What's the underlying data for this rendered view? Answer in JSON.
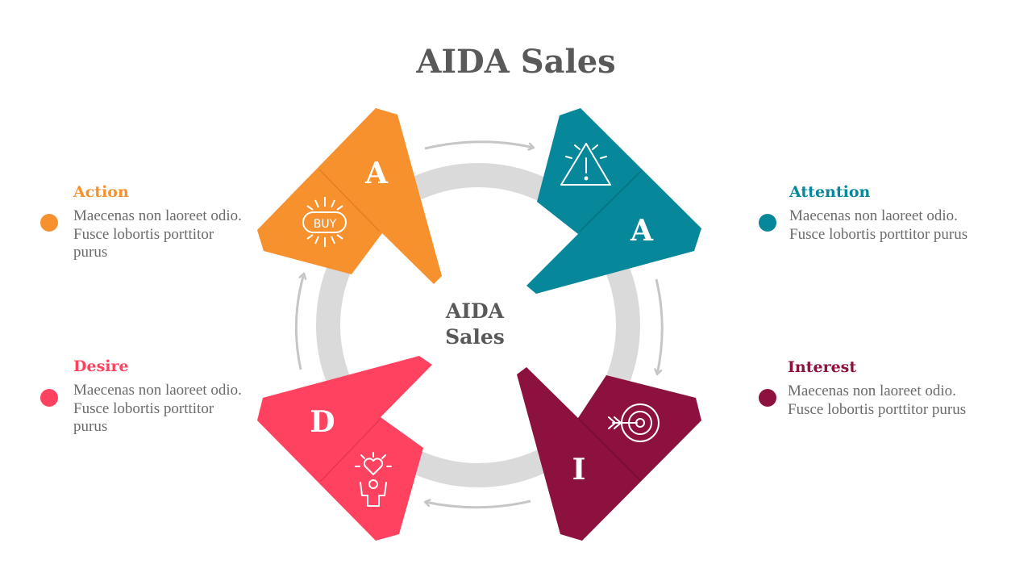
{
  "title": "AIDA Sales",
  "center_label": [
    "AIDA",
    "Sales"
  ],
  "colors": {
    "action": "#F7912E",
    "attention": "#06879A",
    "interest": "#8C113F",
    "desire": "#FF4260",
    "ring": "#DADADA",
    "arrows": "#C6C6C6",
    "body_text": "#6b6b6b",
    "title_text": "#595959"
  },
  "segments": {
    "action": {
      "letter": "A",
      "icon": "buy-badge-icon",
      "icon_text": "BUY"
    },
    "attention": {
      "letter": "A",
      "icon": "warning-triangle-icon"
    },
    "interest": {
      "letter": "I",
      "icon": "target-arrow-icon"
    },
    "desire": {
      "letter": "D",
      "icon": "heart-person-icon"
    }
  },
  "labels": {
    "action": {
      "heading": "Action",
      "text": "Maecenas non laoreet odio. Fusce lobortis porttitor purus"
    },
    "attention": {
      "heading": "Attention",
      "text": "Maecenas non laoreet odio. Fusce lobortis porttitor purus"
    },
    "interest": {
      "heading": "Interest",
      "text": "Maecenas non laoreet odio. Fusce lobortis porttitor purus"
    },
    "desire": {
      "heading": "Desire",
      "text": "Maecenas non laoreet odio. Fusce lobortis porttitor purus"
    }
  }
}
